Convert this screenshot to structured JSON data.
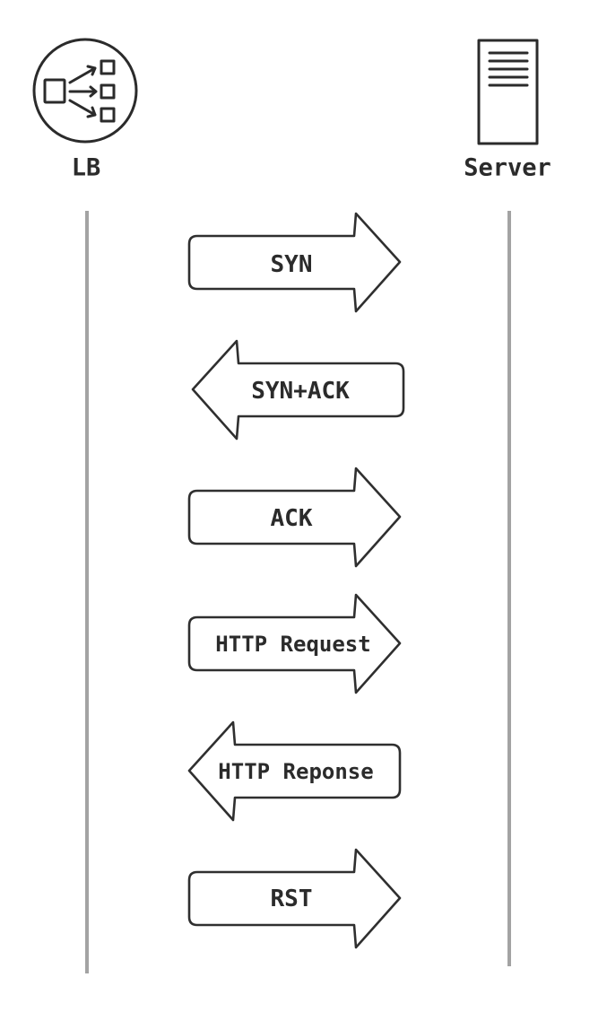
{
  "actors": {
    "left": {
      "label": "LB",
      "icon": "load-balancer-icon"
    },
    "right": {
      "label": "Server",
      "icon": "server-icon"
    }
  },
  "messages": [
    {
      "label": "SYN",
      "direction": "right"
    },
    {
      "label": "SYN+ACK",
      "direction": "left"
    },
    {
      "label": "ACK",
      "direction": "right"
    },
    {
      "label": "HTTP Request",
      "direction": "right"
    },
    {
      "label": "HTTP Reponse",
      "direction": "left"
    },
    {
      "label": "RST",
      "direction": "right"
    }
  ],
  "colors": {
    "lifeline": "#a3a3a3",
    "stroke": "#2f2f2f",
    "text": "#2b2b2b"
  }
}
